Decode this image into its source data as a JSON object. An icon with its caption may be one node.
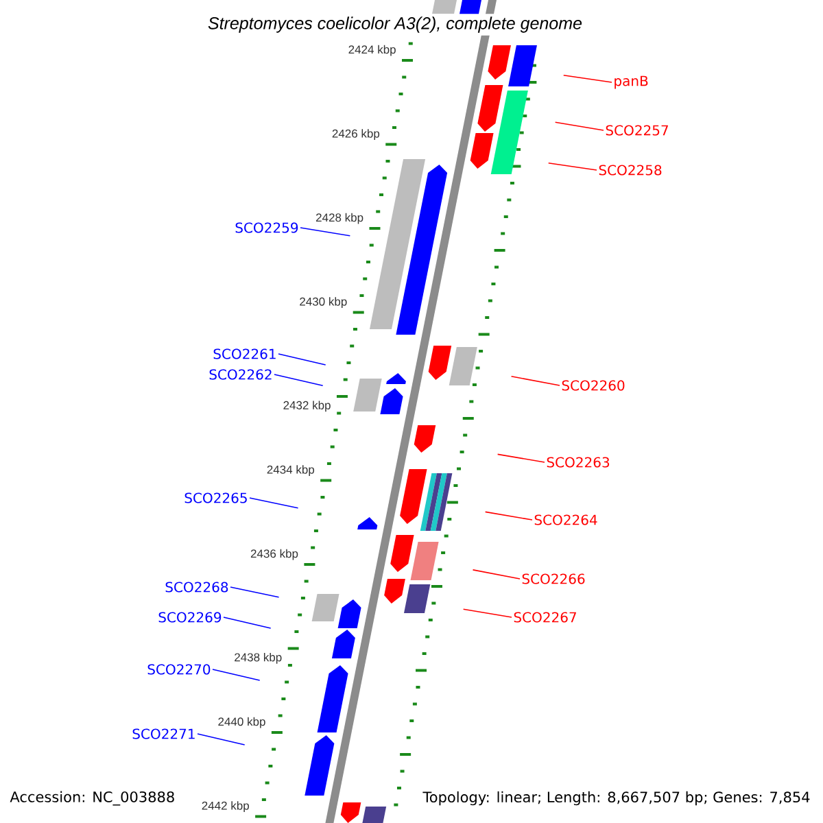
{
  "diagram": {
    "title": "Streptomyces coelicolor A3(2), complete genome",
    "nodes": [
      {
        "text": [
          "panB"
        ]
      },
      {
        "text": [
          "SCO2257"
        ]
      },
      {
        "text": [
          "SCO2258"
        ]
      },
      {
        "text": [
          "SCO2259"
        ]
      },
      {
        "text": [
          "SCO2261"
        ]
      },
      {
        "text": [
          "SCO2262"
        ]
      },
      {
        "text": [
          "SCO2260"
        ]
      },
      {
        "text": [
          "SCO2263"
        ]
      },
      {
        "text": [
          "SCO2265"
        ]
      },
      {
        "text": [
          "SCO2264"
        ]
      },
      {
        "text": [
          "SCO2266"
        ]
      },
      {
        "text": [
          "SCO2268"
        ]
      },
      {
        "text": [
          "SCO2269"
        ]
      },
      {
        "text": [
          "SCO2267"
        ]
      },
      {
        "text": [
          "SCO2270"
        ]
      },
      {
        "text": [
          "SCO2271"
        ]
      }
    ],
    "edges": [
      {
        "from": 0,
        "to": null,
        "arrow": "none",
        "color": "#ff0000"
      },
      {
        "from": 1,
        "to": null,
        "arrow": "none",
        "color": "#ff0000"
      },
      {
        "from": 2,
        "to": null,
        "arrow": "none",
        "color": "#ff0000"
      },
      {
        "from": 3,
        "to": null,
        "arrow": "none",
        "color": "#0000ff"
      },
      {
        "from": 4,
        "to": null,
        "arrow": "none",
        "color": "#0000ff"
      },
      {
        "from": 5,
        "to": null,
        "arrow": "none",
        "color": "#0000ff"
      },
      {
        "from": 6,
        "to": null,
        "arrow": "none",
        "color": "#ff0000"
      },
      {
        "from": 7,
        "to": null,
        "arrow": "none",
        "color": "#ff0000"
      },
      {
        "from": 8,
        "to": null,
        "arrow": "none",
        "color": "#0000ff"
      },
      {
        "from": 9,
        "to": null,
        "arrow": "none",
        "color": "#ff0000"
      },
      {
        "from": 10,
        "to": null,
        "arrow": "none",
        "color": "#ff0000"
      },
      {
        "from": 11,
        "to": null,
        "arrow": "none",
        "color": "#0000ff"
      },
      {
        "from": 12,
        "to": null,
        "arrow": "none",
        "color": "#0000ff"
      },
      {
        "from": 13,
        "to": null,
        "arrow": "none",
        "color": "#ff0000"
      },
      {
        "from": 14,
        "to": null,
        "arrow": "none",
        "color": "#0000ff"
      },
      {
        "from": 15,
        "to": null,
        "arrow": "none",
        "color": "#0000ff"
      }
    ],
    "labels": [
      "2424 kbp",
      "2426 kbp",
      "2428 kbp",
      "2430 kbp",
      "2432 kbp",
      "2434 kbp",
      "2436 kbp",
      "2438 kbp",
      "2440 kbp",
      "2442 kbp",
      "Accession: NC_003888",
      "Topology: linear; Length: 8,667,507 bp; Genes: 7,854"
    ]
  }
}
